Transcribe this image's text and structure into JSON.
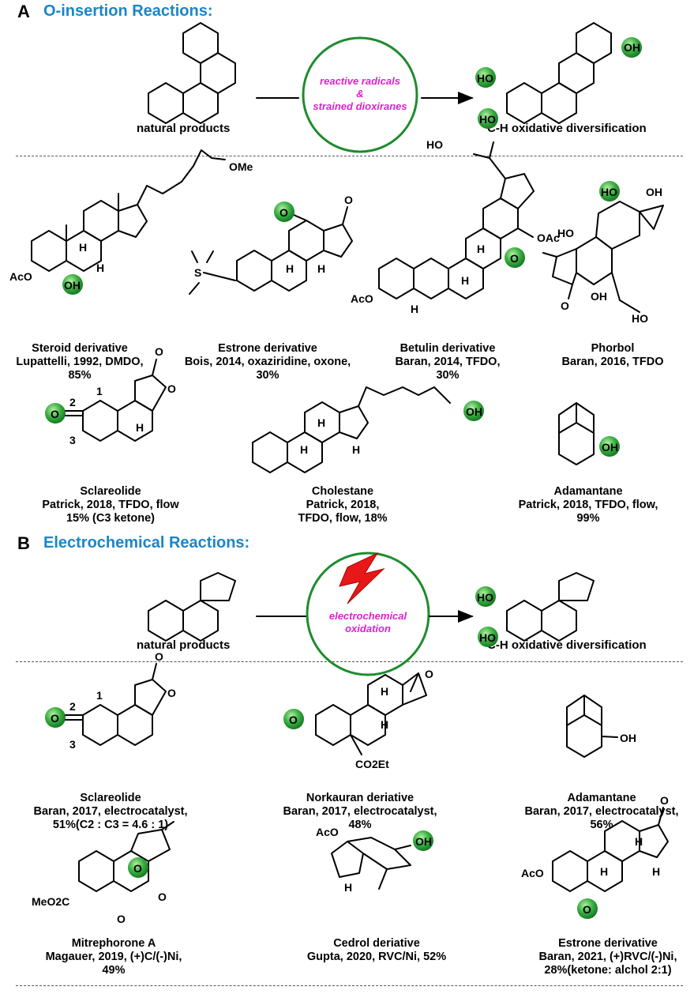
{
  "sectionA": {
    "letter": "A",
    "title": "O-insertion Reactions:",
    "start_label": "natural products",
    "reagent_lines": [
      "reactive radicals",
      "&",
      "strained dioxiranes"
    ],
    "product_label": "C-H oxidative diversification",
    "groups": [
      "HO",
      "HO",
      "OH"
    ]
  },
  "sectionB": {
    "letter": "B",
    "title": "Electrochemical Reactions:",
    "start_label": "natural products",
    "reagent_lines": [
      "electrochemical",
      "oxidation"
    ],
    "product_label": "C-H oxidative diversification",
    "groups": [
      "HO",
      "HO"
    ]
  },
  "examplesA": [
    {
      "name": "Steroid derivative",
      "lines": [
        "Lupattelli, 1992, DMDO,",
        "85%"
      ]
    },
    {
      "name": "Estrone derivative",
      "lines": [
        "Bois, 2014, oxaziridine, oxone,",
        "30%"
      ]
    },
    {
      "name": "Betulin derivative",
      "lines": [
        "Baran, 2014, TFDO,",
        "30%"
      ]
    },
    {
      "name": "Phorbol",
      "lines": [
        "Baran, 2016, TFDO"
      ]
    },
    {
      "name": "Sclareolide",
      "lines": [
        "Patrick, 2018, TFDO, flow",
        "15% (C3 ketone)"
      ]
    },
    {
      "name": "Cholestane",
      "lines": [
        "Patrick, 2018,",
        "TFDO, flow, 18%"
      ]
    },
    {
      "name": "Adamantane",
      "lines": [
        "Patrick, 2018, TFDO, flow,",
        "99%"
      ]
    }
  ],
  "examplesB": [
    {
      "name": "Sclareolide",
      "lines": [
        "Baran, 2017, electrocatalyst,",
        "51%(C2 : C3 = 4.6 : 1)"
      ]
    },
    {
      "name": "Norkauran deriative",
      "lines": [
        "Baran, 2017, electrocatalyst,",
        "48%"
      ]
    },
    {
      "name": "Adamantane",
      "lines": [
        "Baran, 2017, electrocatalyst,",
        "56%"
      ]
    },
    {
      "name": "Mitrephorone A",
      "lines": [
        "Magauer, 2019, (+)C/(-)Ni,",
        "49%"
      ]
    },
    {
      "name": "Cedrol deriative",
      "lines": [
        "Gupta, 2020, RVC/Ni, 52%"
      ]
    },
    {
      "name": "Estrone derivative",
      "lines": [
        "Baran, 2021, (+)RVC/(-)Ni,",
        "28%(ketone: alchol 2:1)"
      ]
    }
  ],
  "atom_labels": {
    "ome": "OMe",
    "aco": "AcO",
    "oh": "OH",
    "ho": "HO",
    "o": "O",
    "h": "H",
    "oac": "OAc",
    "co2et": "CO2Et",
    "meo2c": "MeO2C",
    "sulfur": "S",
    "n1": "1",
    "n2": "2",
    "n3": "3"
  },
  "colors": {
    "accent": "#1a86c8",
    "reagent": "#e020d0",
    "circle": "#1e8c2e",
    "ball": "#3cb043"
  }
}
